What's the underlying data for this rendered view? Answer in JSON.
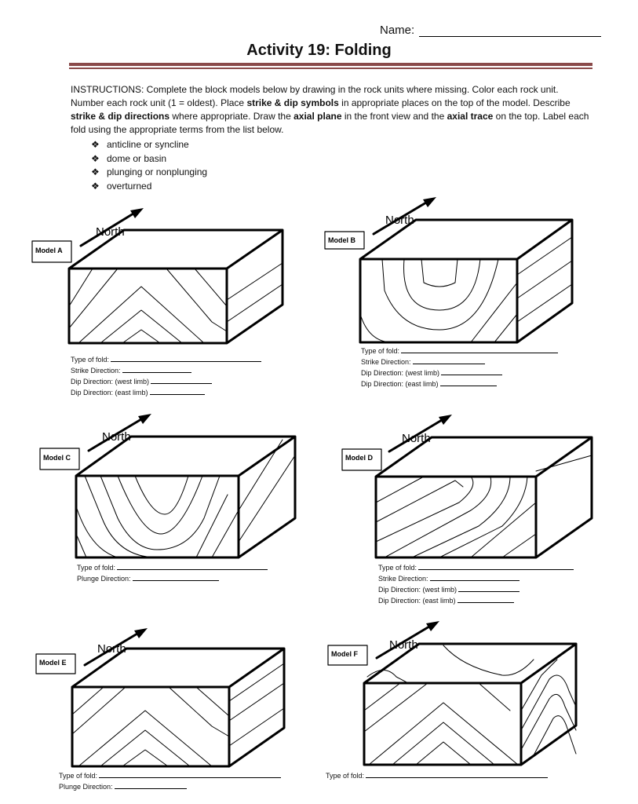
{
  "header": {
    "name_label": "Name:",
    "title": "Activity 19: Folding"
  },
  "instructions": {
    "text_html": "INSTRUCTIONS: Complete the block models below by drawing in the rock units where missing. Color each rock unit. Number each rock unit (1 = oldest). Place <b>strike &amp; dip symbols</b> in appropriate places on the top of the model. Describe <b>strike &amp; dip directions</b> where appropriate. Draw the <b>axial plane</b> in the front view and the <b>axial trace</b> on the top. Label each fold using the appropriate terms from the list below.",
    "list": [
      "anticline or syncline",
      "dome or basin",
      "plunging or nonplunging",
      "overturned"
    ],
    "bullet_glyph": "❖"
  },
  "north_label": "North",
  "models": [
    {
      "label": "Model A",
      "fields": [
        "Type of fold:",
        "Strike Direction:",
        "Dip Direction: (west limb)",
        "Dip Direction: (east limb)"
      ]
    },
    {
      "label": "Model B",
      "fields": [
        "Type of fold:",
        "Strike Direction:",
        "Dip Direction: (west limb)",
        "Dip Direction: (east limb)"
      ]
    },
    {
      "label": "Model C",
      "fields": [
        "Type of fold:",
        "Plunge Direction:"
      ]
    },
    {
      "label": "Model D",
      "fields": [
        "Type of fold:",
        "Strike Direction:",
        "Dip Direction: (west limb)",
        "Dip Direction: (east limb)"
      ]
    },
    {
      "label": "Model E",
      "fields": [
        "Type of fold:",
        "Plunge Direction:"
      ]
    },
    {
      "label": "Model F",
      "fields": [
        "Type of fold:"
      ]
    }
  ]
}
